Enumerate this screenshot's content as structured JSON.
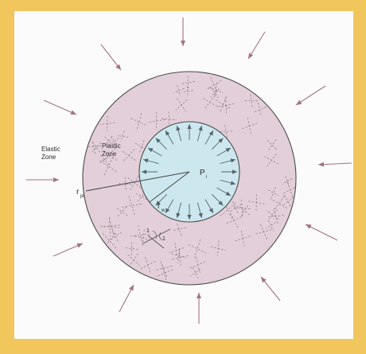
{
  "labels": {
    "elastic_line1": "Elastic",
    "elastic_line2": "Zone",
    "plastic_line1": "Plastic",
    "plastic_line2": "Zone",
    "pressure_main": "P",
    "pressure_sub": "i",
    "plastic_radius_main": "r",
    "plastic_radius_sub": "pl",
    "well_radius_main": "r",
    "well_radius_sub": "w",
    "angle_1": "1",
    "angle_2": "1"
  },
  "colors": {
    "frame": "#f1c65d",
    "background": "#fbfbfb",
    "plastic_zone": "#e3cfd9",
    "bore": "#cce8ee",
    "arrow": "#a3727f",
    "crack": "#7b6975",
    "outline": "#4a4a4a"
  },
  "icons": {
    "inward_arrow": "inward-pressure-arrow-icon",
    "outward_arrow": "radial-pressure-arrow-icon"
  },
  "counts": {
    "outer_arrows": 12,
    "inner_arrows": 24
  }
}
